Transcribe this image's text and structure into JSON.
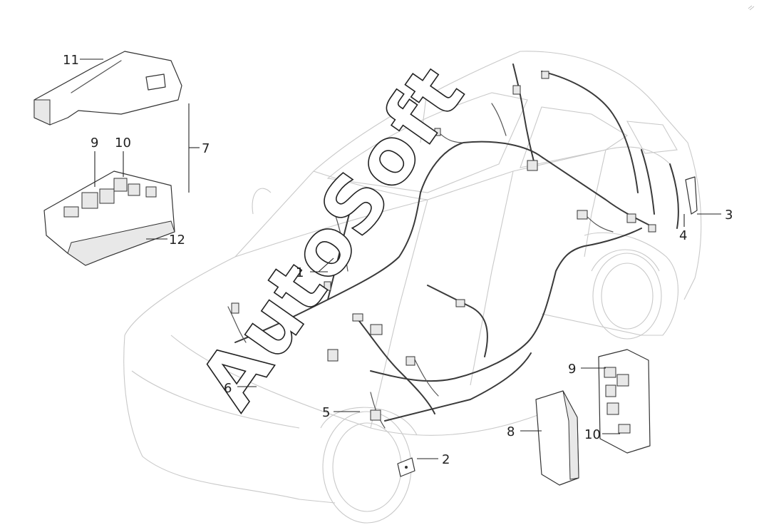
{
  "watermark": "AutoSoft",
  "callouts": {
    "c1": "1",
    "c2": "2",
    "c3": "3",
    "c4": "4",
    "c5": "5",
    "c6": "6",
    "c7": "7",
    "c8": "8",
    "c9a": "9",
    "c9b": "9",
    "c10a": "10",
    "c10b": "10",
    "c11": "11",
    "c12": "12"
  }
}
